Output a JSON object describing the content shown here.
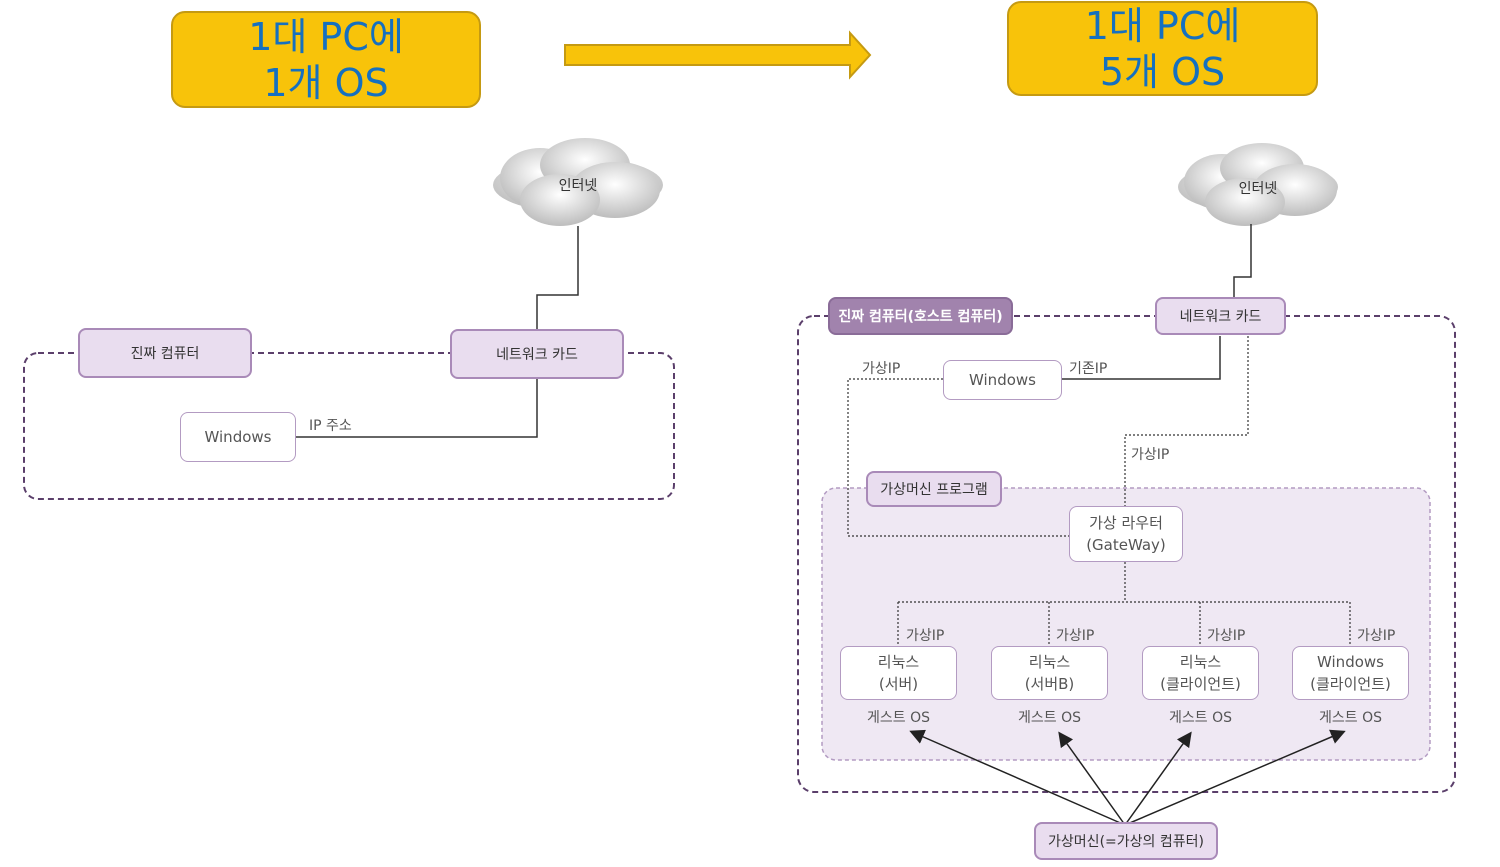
{
  "left": {
    "banner_line1": "1대 PC에",
    "banner_line2": "1개 OS",
    "cloud": "인터넷",
    "real_computer": "진짜 컴퓨터",
    "network_card": "네트워크 카드",
    "windows": "Windows",
    "ip_label": "IP 주소"
  },
  "right": {
    "banner_line1": "1대 PC에",
    "banner_line2": "5개 OS",
    "cloud": "인터넷",
    "host_computer": "진짜 컴퓨터(호스트 컴퓨터)",
    "network_card": "네트워크 카드",
    "windows": "Windows",
    "virtual_ip_left": "가상IP",
    "existing_ip": "기존IP",
    "virtual_ip_router": "가상IP",
    "vm_program": "가상머신 프로그램",
    "router_line1": "가상 라우터",
    "router_line2": "(GateWay)",
    "guests": [
      {
        "ip": "가상IP",
        "line1": "리눅스",
        "line2": "(서버)",
        "os": "게스트 OS"
      },
      {
        "ip": "가상IP",
        "line1": "리눅스",
        "line2": "(서버B)",
        "os": "게스트 OS"
      },
      {
        "ip": "가상IP",
        "line1": "리눅스",
        "line2": "(클라이언트)",
        "os": "게스트 OS"
      },
      {
        "ip": "가상IP",
        "line1": "Windows",
        "line2": "(클라이언트)",
        "os": "게스트 OS"
      }
    ],
    "virtual_machine": "가상머신(=가상의 컴퓨터)"
  }
}
